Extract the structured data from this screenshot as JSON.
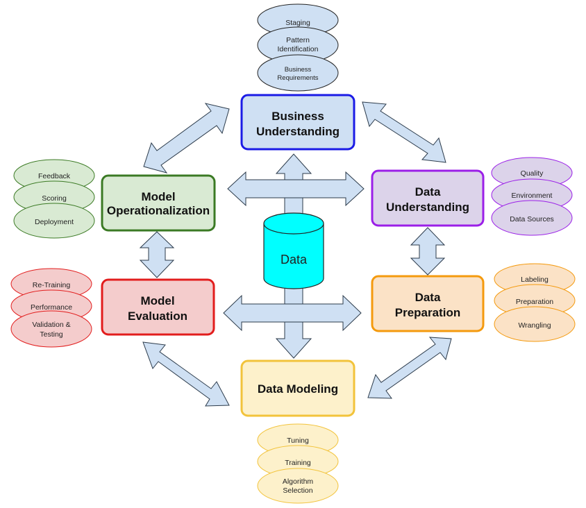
{
  "center": {
    "label": "Data"
  },
  "phases": {
    "business_understanding": {
      "title_line1": "Business",
      "title_line2": "Understanding",
      "stroke": "#1b1be6",
      "fill": "#cfe0f3"
    },
    "data_understanding": {
      "title_line1": "Data",
      "title_line2": "Understanding",
      "stroke": "#9b1fe8",
      "fill": "#dcd3ea"
    },
    "data_preparation": {
      "title_line1": "Data",
      "title_line2": "Preparation",
      "stroke": "#f49a0e",
      "fill": "#fbe2c6"
    },
    "data_modeling": {
      "title_line1": "Data Modeling",
      "stroke": "#f2c33b",
      "fill": "#fdf1cb"
    },
    "model_evaluation": {
      "title_line1": "Model",
      "title_line2": "Evaluation",
      "stroke": "#e21d1d",
      "fill": "#f4cccc"
    },
    "model_operationalization": {
      "title_line1": "Model",
      "title_line2": "Operationalization",
      "stroke": "#3b7a24",
      "fill": "#d9ead3"
    }
  },
  "tasks": {
    "business_understanding": [
      {
        "line1": "Staging"
      },
      {
        "line1": "Pattern",
        "line2": "Identification"
      },
      {
        "line1": "Business",
        "line2": "Requirements"
      }
    ],
    "data_understanding": [
      {
        "line1": "Quality"
      },
      {
        "line1": "Environment"
      },
      {
        "line1": "Data Sources"
      }
    ],
    "data_preparation": [
      {
        "line1": "Labeling"
      },
      {
        "line1": "Preparation"
      },
      {
        "line1": "Wrangling"
      }
    ],
    "data_modeling": [
      {
        "line1": "Tuning"
      },
      {
        "line1": "Training"
      },
      {
        "line1": "Algorithm",
        "line2": "Selection"
      }
    ],
    "model_evaluation": [
      {
        "line1": "Re-Training"
      },
      {
        "line1": "Performance"
      },
      {
        "line1": "Validation &",
        "line2": "Testing"
      }
    ],
    "model_operationalization": [
      {
        "line1": "Feedback"
      },
      {
        "line1": "Scoring"
      },
      {
        "line1": "Deployment"
      }
    ]
  },
  "colors": {
    "arrow_fill": "#cfe0f3",
    "arrow_stroke": "#2b3a4a",
    "cylinder_fill": "#00ffff"
  }
}
